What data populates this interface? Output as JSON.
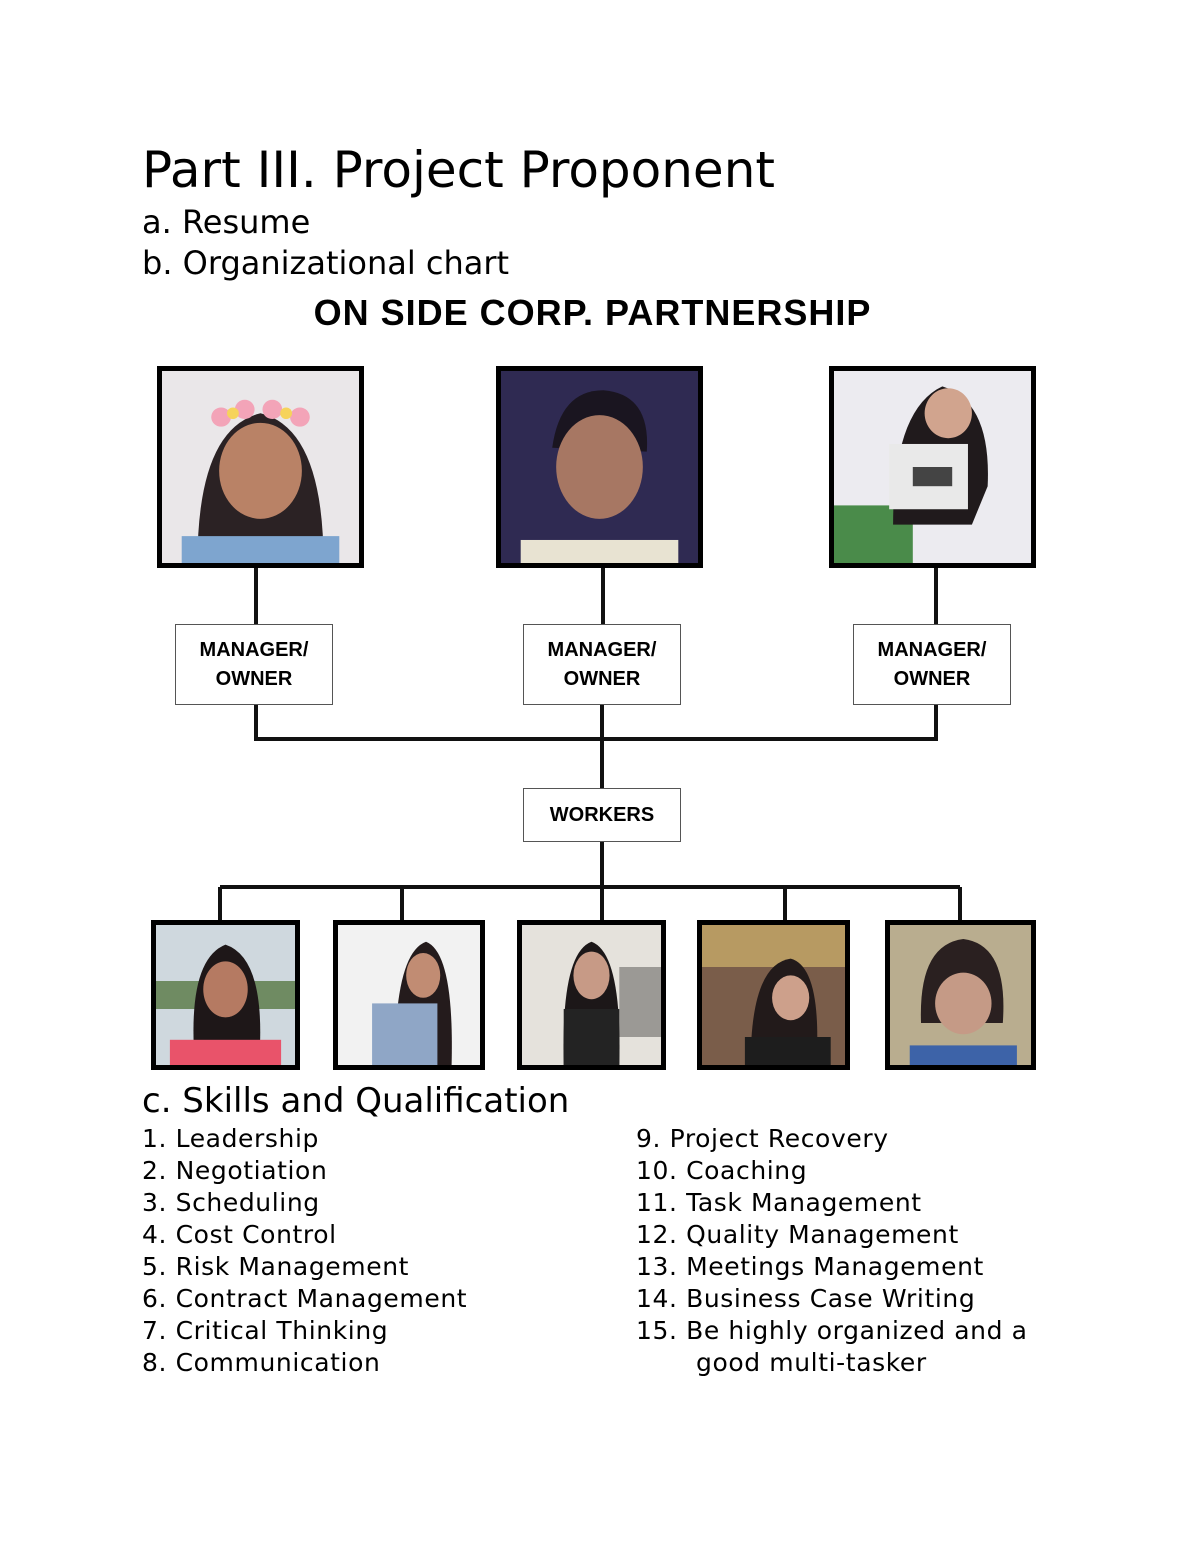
{
  "heading": "Part III. Project Proponent",
  "item_a": "a. Resume",
  "item_b": "b. Organizational chart",
  "org_chart": {
    "title": "ON SIDE CORP. PARTNERSHIP",
    "managers": [
      {
        "line1": "MANAGER/",
        "line2": "OWNER"
      },
      {
        "line1": "MANAGER/",
        "line2": "OWNER"
      },
      {
        "line1": "MANAGER/",
        "line2": "OWNER"
      }
    ],
    "workers_label": "WORKERS"
  },
  "skills": {
    "title": "c. Skills and Qualification",
    "left": [
      "1. Leadership",
      "2. Negotiation",
      "3. Scheduling",
      "4. Cost Control",
      "5. Risk Management",
      "6. Contract Management",
      "7. Critical Thinking",
      "8. Communication"
    ],
    "right": [
      "9. Project Recovery",
      "10. Coaching",
      "11. Task Management",
      "12. Quality Management",
      "13. Meetings Management",
      "14. Business Case Writing",
      "15. Be highly organized and a"
    ],
    "right_continuation": "good multi-tasker"
  }
}
